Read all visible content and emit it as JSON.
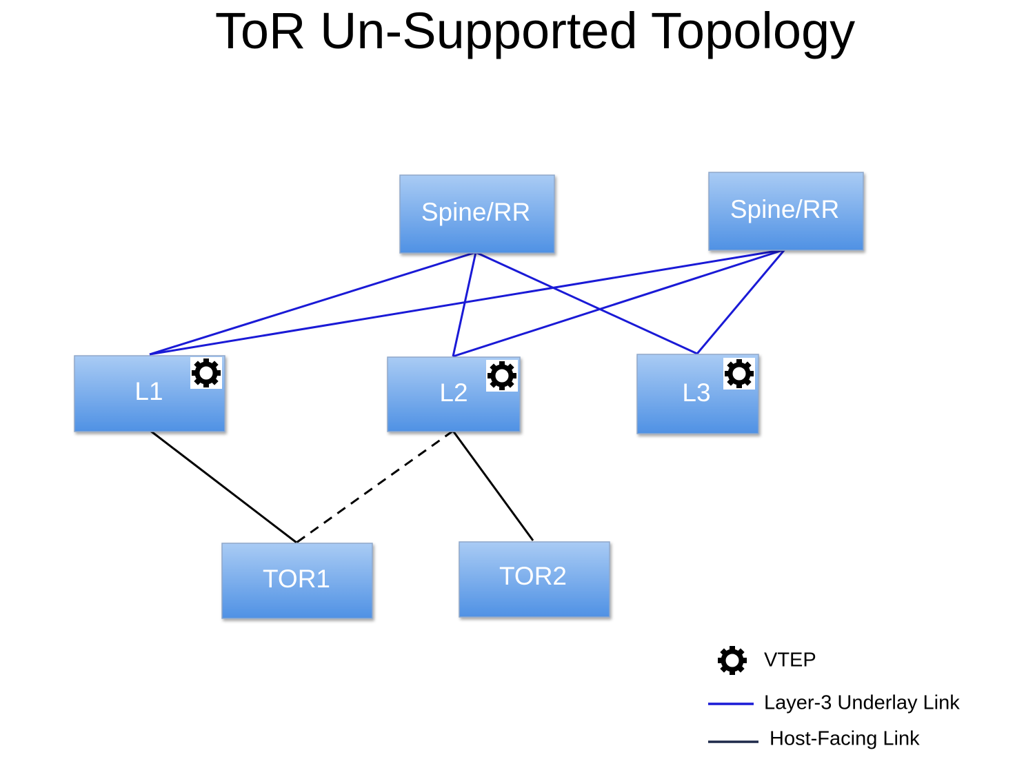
{
  "title": "ToR Un-Supported Topology",
  "colors": {
    "box_top": "#a9cbf4",
    "box_bottom": "#4f91e4",
    "underlay_link": "#1a1ad6",
    "host_link": "#000000",
    "legend_host_link": "#1e2a4a"
  },
  "nodes": {
    "spine1": {
      "label": "Spine/RR"
    },
    "spine2": {
      "label": "Spine/RR"
    },
    "l1": {
      "label": "L1",
      "vtep": true
    },
    "l2": {
      "label": "L2",
      "vtep": true
    },
    "l3": {
      "label": "L3",
      "vtep": true
    },
    "tor1": {
      "label": "TOR1"
    },
    "tor2": {
      "label": "TOR2"
    }
  },
  "links": [
    {
      "from": "spine1",
      "to": "l1",
      "type": "underlay"
    },
    {
      "from": "spine1",
      "to": "l2",
      "type": "underlay"
    },
    {
      "from": "spine1",
      "to": "l3",
      "type": "underlay"
    },
    {
      "from": "spine2",
      "to": "l1",
      "type": "underlay"
    },
    {
      "from": "spine2",
      "to": "l2",
      "type": "underlay"
    },
    {
      "from": "spine2",
      "to": "l3",
      "type": "underlay"
    },
    {
      "from": "l1",
      "to": "tor1",
      "type": "host",
      "style": "solid"
    },
    {
      "from": "l2",
      "to": "tor1",
      "type": "host",
      "style": "dashed"
    },
    {
      "from": "l2",
      "to": "tor2",
      "type": "host",
      "style": "solid"
    }
  ],
  "legend": {
    "vtep": {
      "icon": "gear-icon",
      "label": "VTEP"
    },
    "underlay": {
      "label": "Layer-3 Underlay Link"
    },
    "host": {
      "label": "Host-Facing Link"
    }
  }
}
